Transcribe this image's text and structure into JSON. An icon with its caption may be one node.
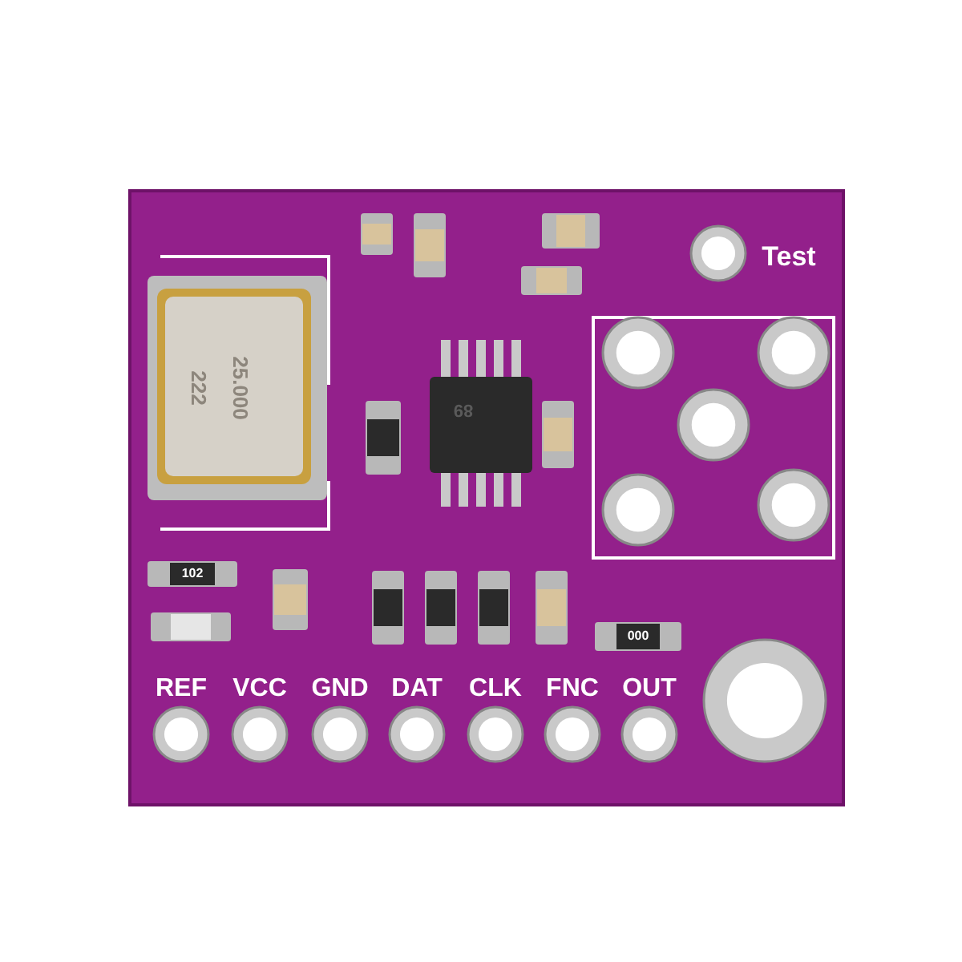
{
  "diagram": {
    "labels": [
      "Test",
      "25.000",
      "222",
      "89",
      "102",
      "000",
      "REF",
      "VCC",
      "GND",
      "DAT",
      "CLK",
      "FNC",
      "OUT"
    ]
  }
}
